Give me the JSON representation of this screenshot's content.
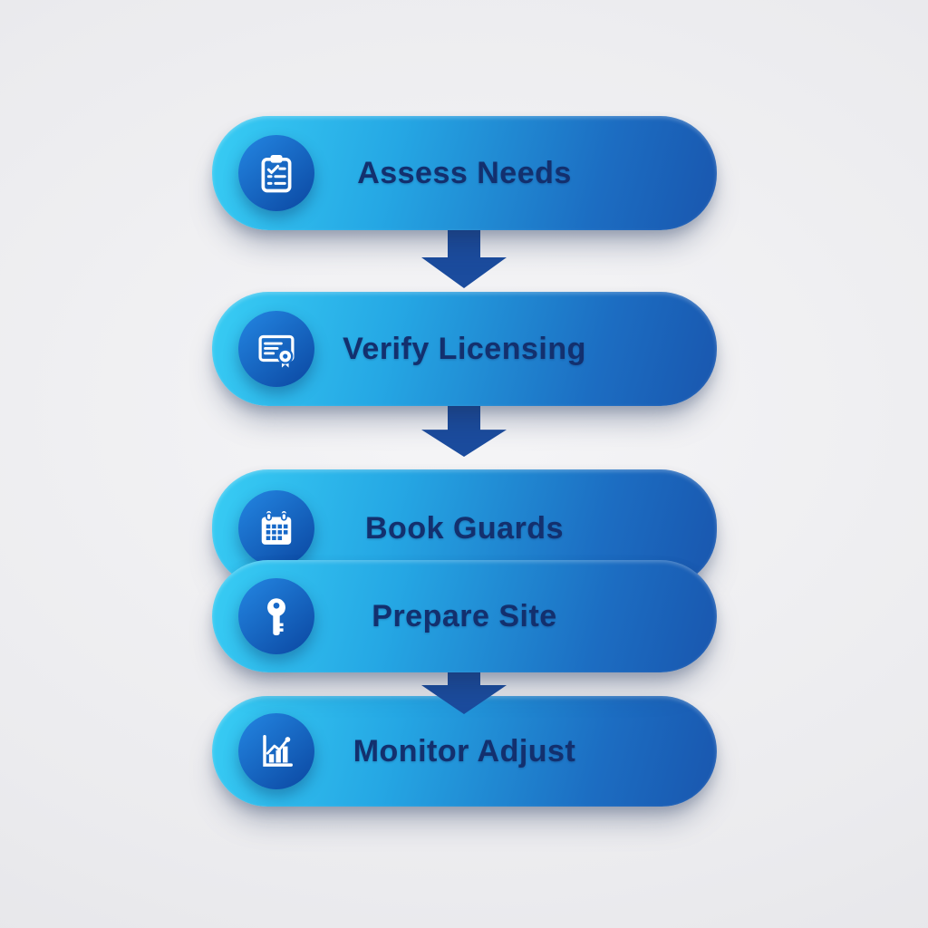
{
  "diagram": {
    "type": "vertical-flow",
    "steps": [
      {
        "label": "Assess Needs",
        "icon": "clipboard-checklist-icon"
      },
      {
        "label": "Verify Licensing",
        "icon": "certificate-icon"
      },
      {
        "label": "Book Guards",
        "icon": "calendar-icon"
      },
      {
        "label": "Prepare Site",
        "icon": "key-icon"
      },
      {
        "label": "Monitor Adjust",
        "icon": "bar-chart-trend-icon"
      }
    ],
    "connectors": [
      {
        "from": "Assess Needs",
        "to": "Verify Licensing",
        "glyph": "down-arrow"
      },
      {
        "from": "Verify Licensing",
        "to": "Book Guards",
        "glyph": "down-arrow"
      },
      {
        "from": "Prepare Site",
        "to": "Monitor Adjust",
        "glyph": "down-arrow"
      }
    ]
  },
  "colors": {
    "background_light": "#f5f5f7",
    "background_mid": "#ebebee",
    "background_dark": "#e0e0e4",
    "pill_gradient_start": "#38cdf4",
    "pill_gradient_end": "#1956ae",
    "icon_circle_start": "#2180dc",
    "icon_circle_end": "#0c4aa4",
    "arrow": "#1b4c9e",
    "label_text": "#13306e",
    "icon_glyph": "#ffffff"
  }
}
